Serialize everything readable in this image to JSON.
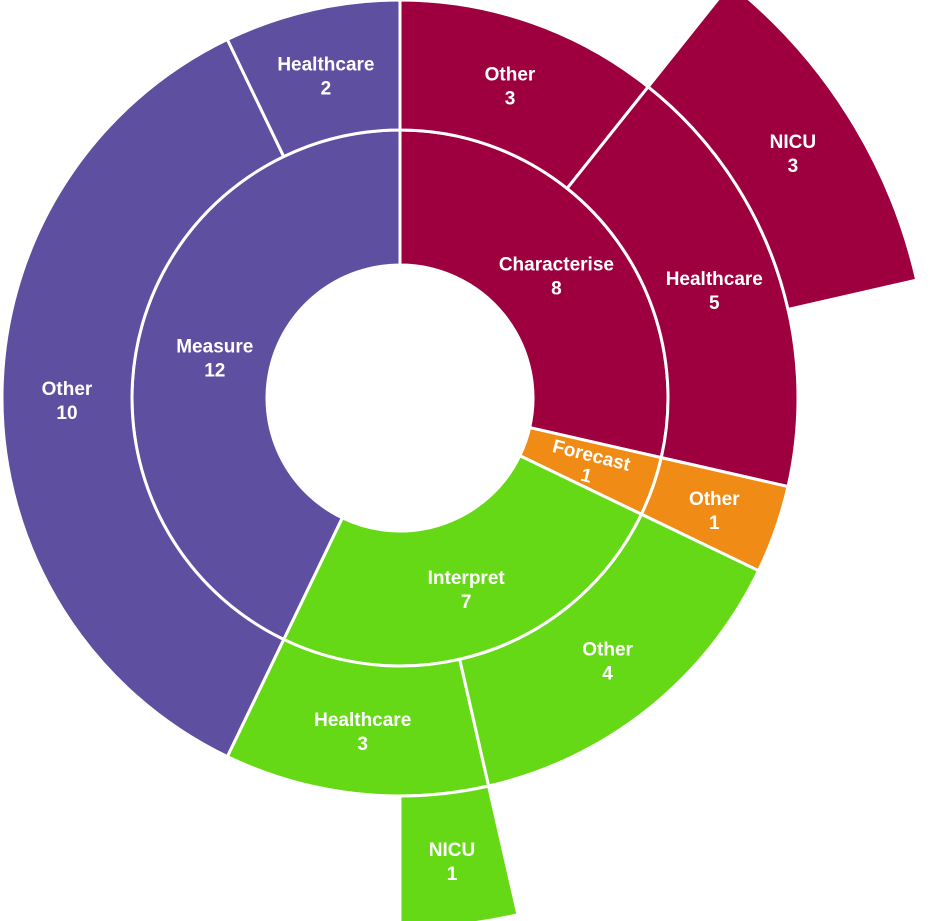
{
  "chart_data": {
    "type": "sunburst",
    "colors": {
      "Measure": "#5e4fa0",
      "Characterise": "#9e003f",
      "Forecast": "#f08c16",
      "Interpret": "#66d916"
    },
    "nodes": [
      {
        "name": "Characterise",
        "value": 8,
        "children": [
          {
            "name": "Other",
            "value": 3
          },
          {
            "name": "Healthcare",
            "value": 5,
            "children": [
              {
                "name": "NICU",
                "value": 3
              }
            ]
          }
        ]
      },
      {
        "name": "Forecast",
        "value": 1,
        "children": [
          {
            "name": "Other",
            "value": 1
          }
        ]
      },
      {
        "name": "Interpret",
        "value": 7,
        "children": [
          {
            "name": "Other",
            "value": 4
          },
          {
            "name": "Healthcare",
            "value": 3,
            "children": [
              {
                "name": "NICU",
                "value": 1
              }
            ]
          }
        ]
      },
      {
        "name": "Measure",
        "value": 12,
        "children": [
          {
            "name": "Other",
            "value": 10
          },
          {
            "name": "Healthcare",
            "value": 2
          }
        ]
      }
    ]
  }
}
